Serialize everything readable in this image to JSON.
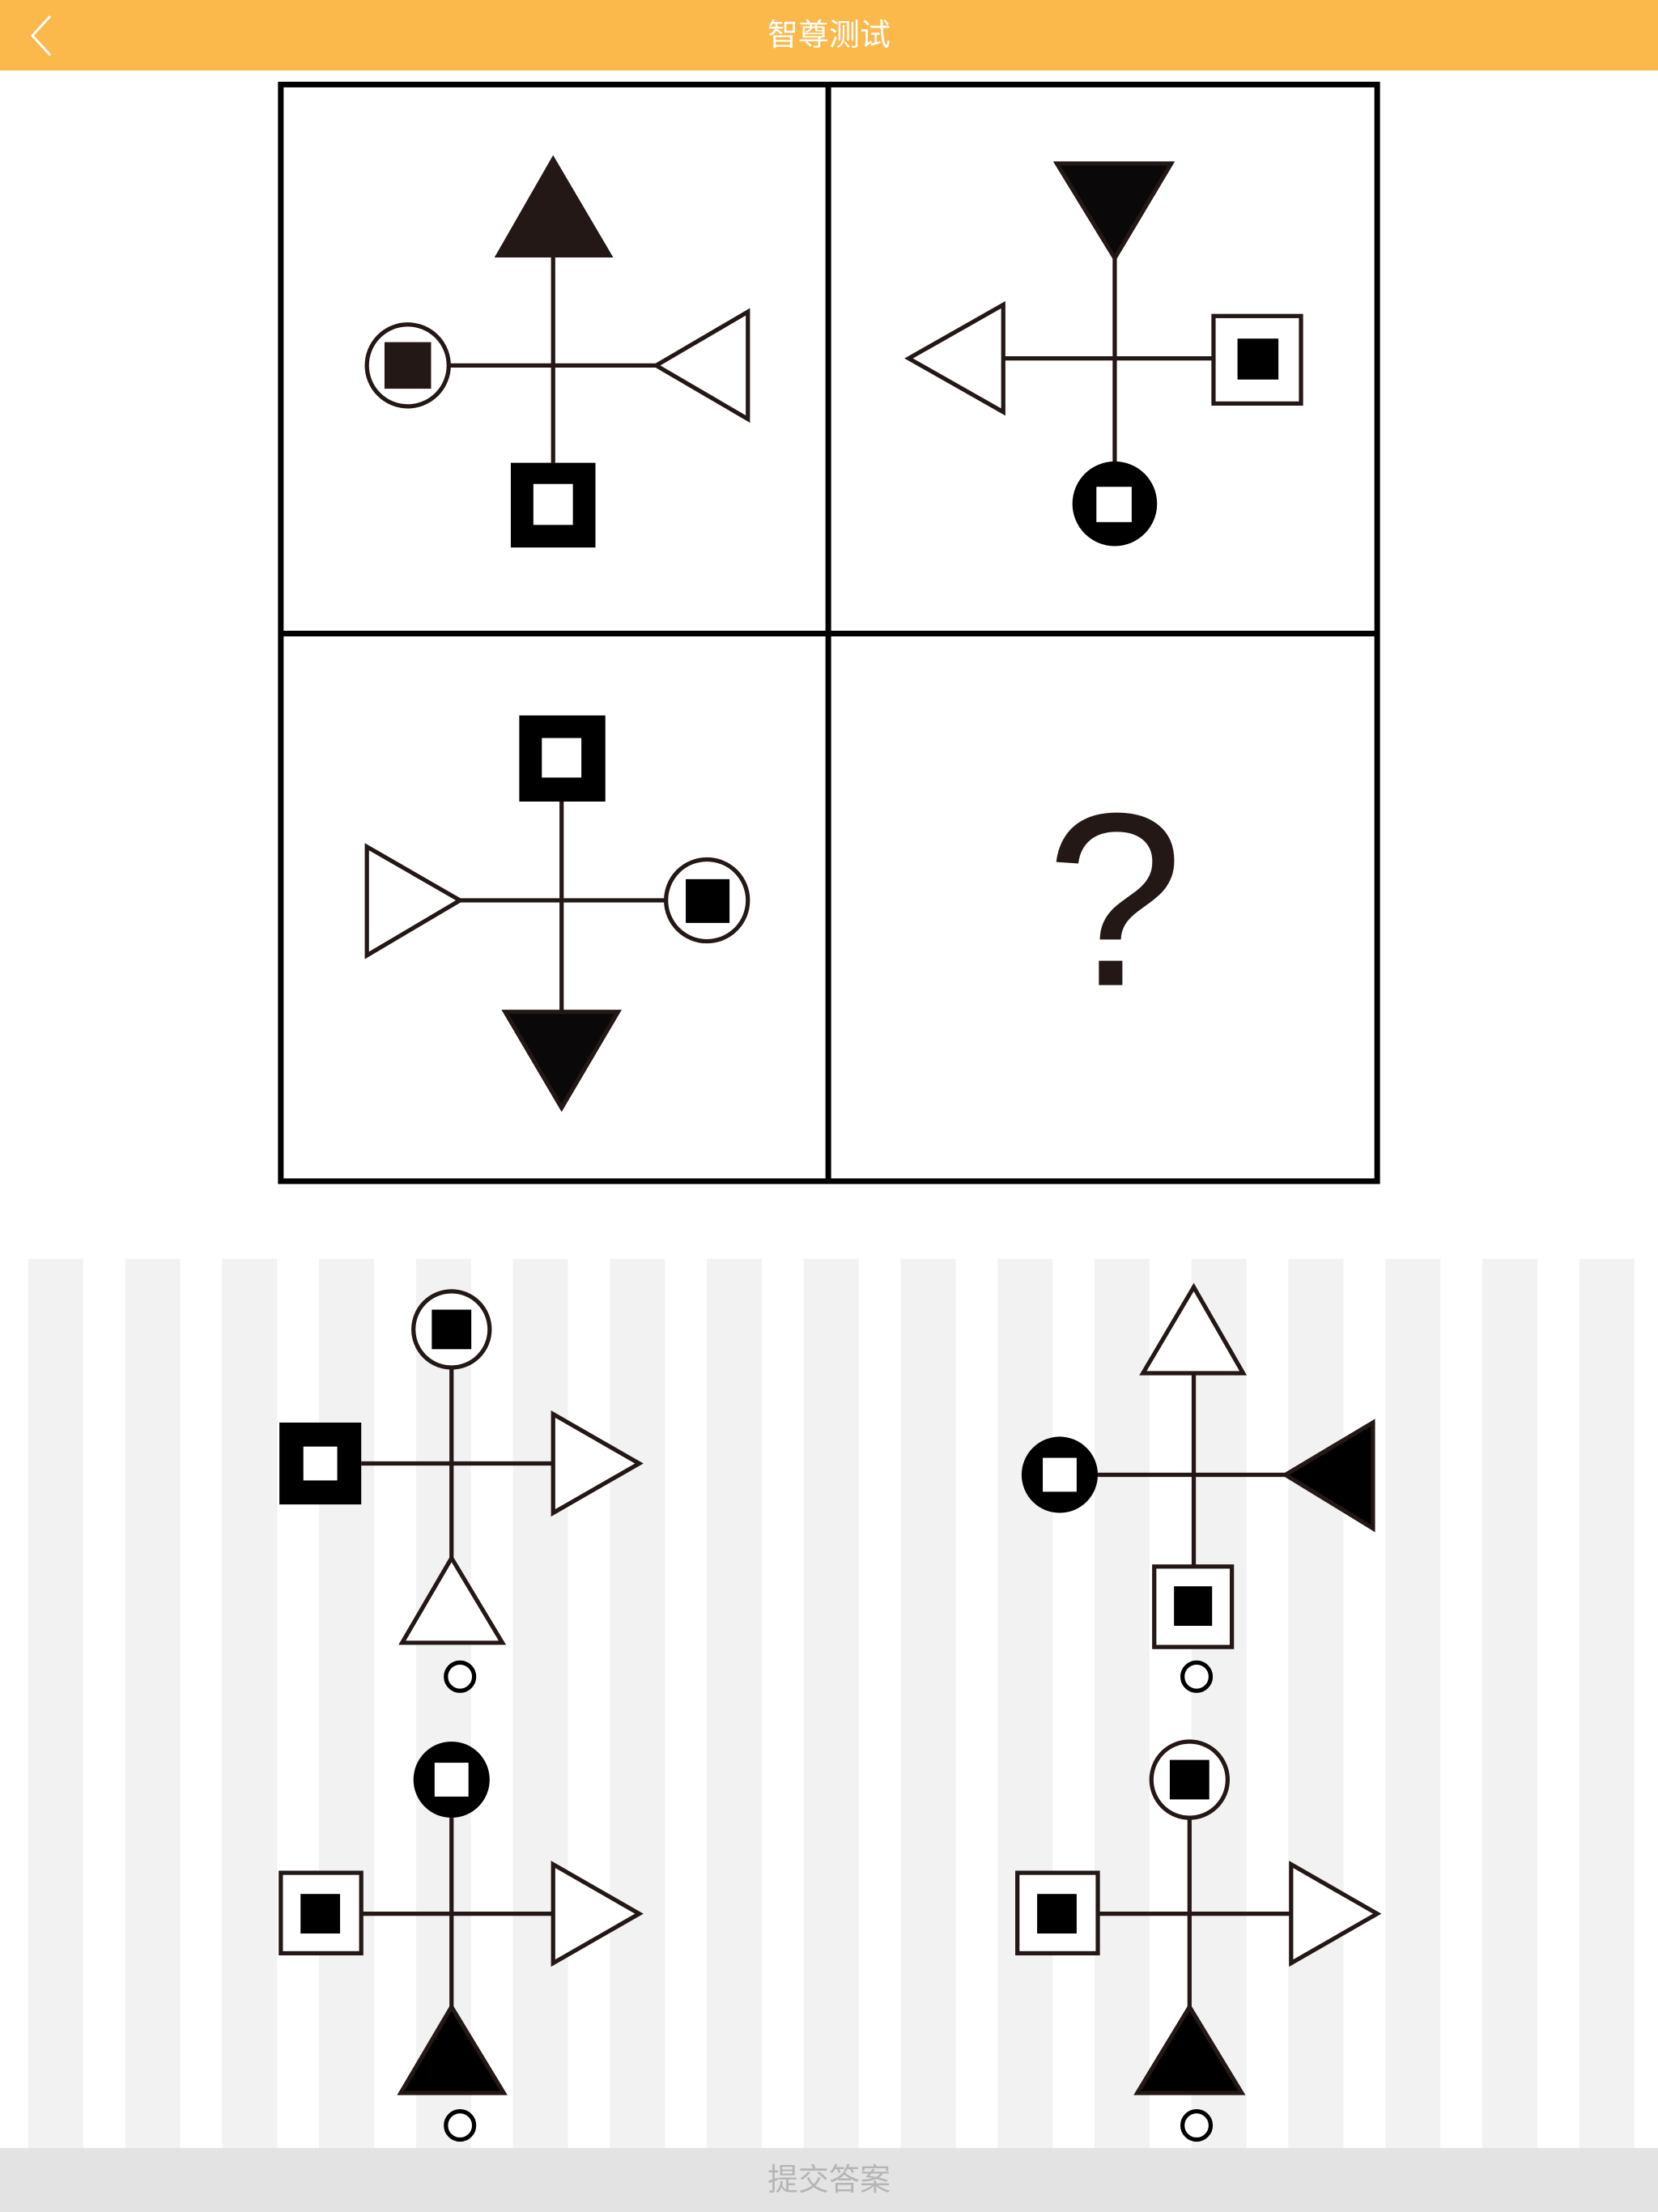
{
  "header": {
    "title": "智尊测试",
    "back_icon": "chevron-left-icon"
  },
  "puzzle": {
    "missing_cell_label": "?"
  },
  "options": [
    {
      "id": "A",
      "selected": false
    },
    {
      "id": "B",
      "selected": false
    },
    {
      "id": "C",
      "selected": false
    },
    {
      "id": "D",
      "selected": false
    }
  ],
  "footer": {
    "submit_label": "提交答案"
  },
  "colors": {
    "header": "#fbb84b",
    "submit_bg": "#e3e3e3",
    "submit_text": "#b5b5b5",
    "stripe": "#f2f2f2"
  }
}
